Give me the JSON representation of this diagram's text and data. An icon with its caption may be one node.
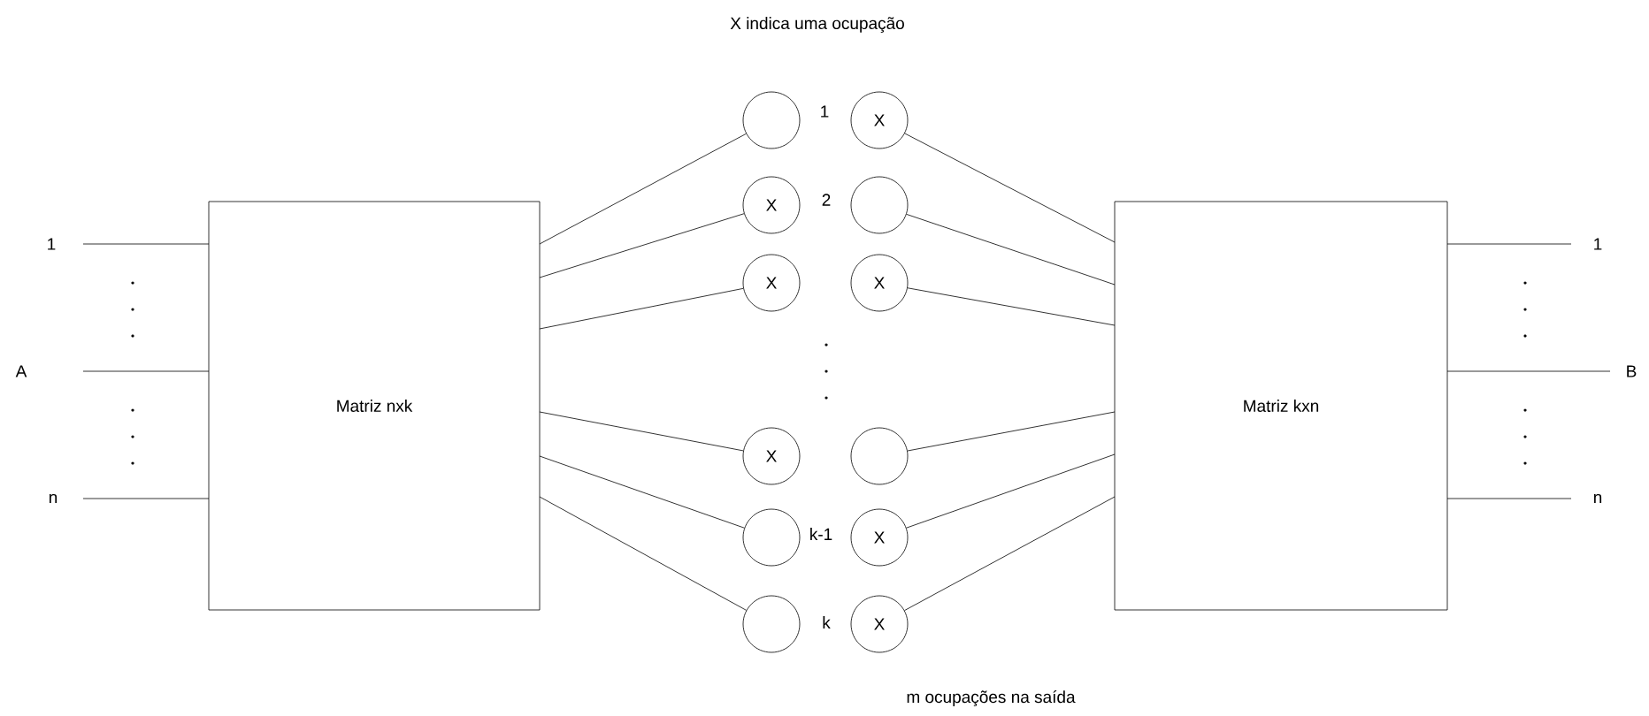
{
  "diagram": {
    "title": "X indica uma ocupação",
    "nodes": [
      {
        "text": [
          "Matriz nxk"
        ]
      },
      {
        "text": [
          "Matriz kxn"
        ]
      },
      {
        "text": [],
        "shape": "circle"
      },
      {
        "text": [
          "X"
        ]
      },
      {
        "text": [
          "X"
        ]
      },
      {
        "text": [
          "X"
        ]
      },
      {
        "text": [],
        "shape": "circle"
      },
      {
        "text": [],
        "shape": "circle"
      },
      {
        "text": [
          "X"
        ]
      },
      {
        "text": [],
        "shape": "circle"
      },
      {
        "text": [
          "X"
        ]
      },
      {
        "text": [],
        "shape": "circle"
      },
      {
        "text": [
          "X"
        ]
      },
      {
        "text": [
          "X"
        ]
      },
      {
        "text": [
          "1"
        ]
      },
      {
        "text": [
          "A"
        ]
      },
      {
        "text": [
          "n"
        ]
      },
      {
        "text": [
          "1"
        ]
      },
      {
        "text": [
          "B"
        ]
      },
      {
        "text": [
          "n"
        ]
      }
    ],
    "edges": [
      {
        "from": 14,
        "to": 0,
        "arrow": "none"
      },
      {
        "from": 15,
        "to": 0,
        "arrow": "none"
      },
      {
        "from": 16,
        "to": 0,
        "arrow": "none"
      },
      {
        "from": 0,
        "to": 2,
        "arrow": "none"
      },
      {
        "from": 0,
        "to": 3,
        "arrow": "none"
      },
      {
        "from": 0,
        "to": 4,
        "arrow": "none"
      },
      {
        "from": 0,
        "to": 5,
        "arrow": "none"
      },
      {
        "from": 0,
        "to": 6,
        "arrow": "none"
      },
      {
        "from": 0,
        "to": 7,
        "arrow": "none"
      },
      {
        "from": 8,
        "to": 1,
        "arrow": "none"
      },
      {
        "from": 9,
        "to": 1,
        "arrow": "none"
      },
      {
        "from": 10,
        "to": 1,
        "arrow": "none"
      },
      {
        "from": 11,
        "to": 1,
        "arrow": "none"
      },
      {
        "from": 12,
        "to": 1,
        "arrow": "none"
      },
      {
        "from": 13,
        "to": 1,
        "arrow": "none"
      },
      {
        "from": 1,
        "to": 17,
        "arrow": "none"
      },
      {
        "from": 1,
        "to": 18,
        "arrow": "none"
      },
      {
        "from": 1,
        "to": 19,
        "arrow": "none"
      }
    ],
    "labels": [
      "1",
      "2",
      "k-1",
      "k",
      "m ocupações na saída"
    ]
  }
}
